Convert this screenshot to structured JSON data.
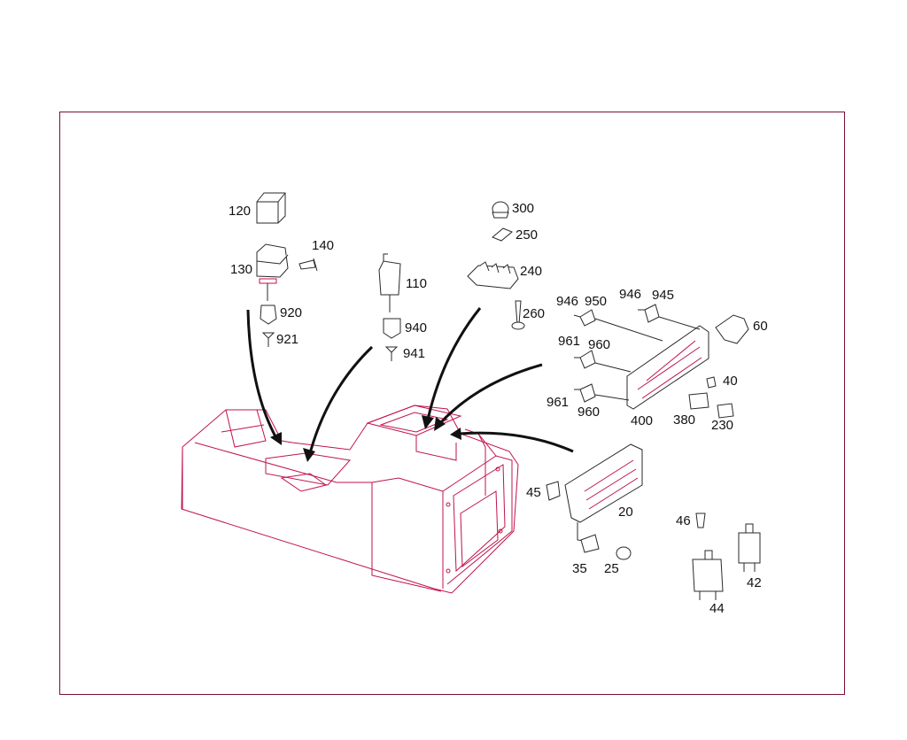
{
  "diagram": {
    "parts": [
      {
        "id": "p120",
        "label": "120",
        "icon": "relay-icon"
      },
      {
        "id": "p130",
        "label": "130",
        "icon": "relay-socket-icon"
      },
      {
        "id": "p140",
        "label": "140",
        "icon": "screw-icon"
      },
      {
        "id": "p920",
        "label": "920",
        "icon": "connector-icon"
      },
      {
        "id": "p921",
        "label": "921",
        "icon": "pin-icon"
      },
      {
        "id": "p110",
        "label": "110",
        "icon": "relay-icon"
      },
      {
        "id": "p940",
        "label": "940",
        "icon": "connector-icon"
      },
      {
        "id": "p941",
        "label": "941",
        "icon": "pin-icon"
      },
      {
        "id": "p300",
        "label": "300",
        "icon": "cap-icon"
      },
      {
        "id": "p250",
        "label": "250",
        "icon": "clip-icon"
      },
      {
        "id": "p240",
        "label": "240",
        "icon": "bracket-icon"
      },
      {
        "id": "p260",
        "label": "260",
        "icon": "screw-icon"
      },
      {
        "id": "p946a",
        "label": "946",
        "icon": "pin-icon"
      },
      {
        "id": "p950",
        "label": "950",
        "icon": "connector-icon"
      },
      {
        "id": "p946b",
        "label": "946",
        "icon": "pin-icon"
      },
      {
        "id": "p945",
        "label": "945",
        "icon": "connector-icon"
      },
      {
        "id": "p60",
        "label": "60",
        "icon": "clamp-icon"
      },
      {
        "id": "p961a",
        "label": "961",
        "icon": "pin-icon"
      },
      {
        "id": "p960a",
        "label": "960",
        "icon": "connector-icon"
      },
      {
        "id": "p40",
        "label": "40",
        "icon": "fuse-icon"
      },
      {
        "id": "p961b",
        "label": "961",
        "icon": "pin-icon"
      },
      {
        "id": "p960b",
        "label": "960",
        "icon": "connector-icon"
      },
      {
        "id": "p400",
        "label": "400",
        "icon": "fuse-box-icon"
      },
      {
        "id": "p380",
        "label": "380",
        "icon": "fuse-icon"
      },
      {
        "id": "p230",
        "label": "230",
        "icon": "fuse-icon"
      },
      {
        "id": "p45",
        "label": "45",
        "icon": "cover-icon"
      },
      {
        "id": "p20",
        "label": "20",
        "icon": "fuse-box-icon"
      },
      {
        "id": "p46",
        "label": "46",
        "icon": "pin-icon"
      },
      {
        "id": "p35",
        "label": "35",
        "icon": "clip-icon"
      },
      {
        "id": "p25",
        "label": "25",
        "icon": "screw-icon"
      },
      {
        "id": "p42",
        "label": "42",
        "icon": "circuit-breaker-icon"
      },
      {
        "id": "p44",
        "label": "44",
        "icon": "circuit-breaker-icon"
      }
    ],
    "colors": {
      "line": "#2a2a2a",
      "accent": "#c0134a",
      "frame": "#7a1030",
      "arrow": "#111111"
    }
  }
}
